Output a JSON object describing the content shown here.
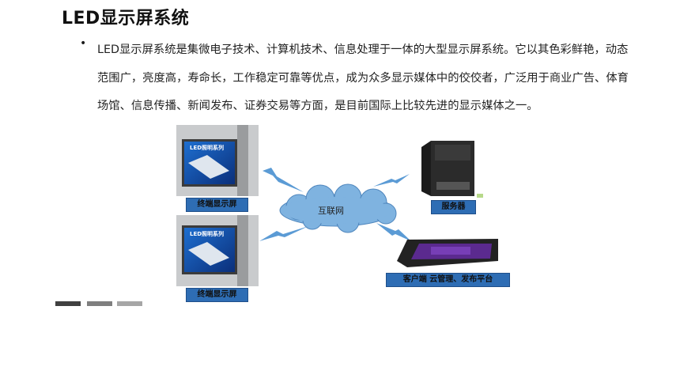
{
  "slide": {
    "title": "LED显示屏系统",
    "bullet_symbol": "•",
    "paragraph": "LED显示屏系统是集微电子技术、计算机技术、信息处理于一体的大型显示屏系统。它以其色彩鲜艳，动态范围广，亮度高，寿命长，工作稳定可靠等优点，成为众多显示媒体中的佼佼者，广泛用于商业广告、体育场馆、信息传播、新闻发布、证券交易等方面，是目前国际上比较先进的显示媒体之一。"
  },
  "diagram": {
    "cloud_label": "互联网",
    "terminal_1_label": "终端显示屏",
    "terminal_2_label": "终端显示屏",
    "screen_sign_text": "LED照明系列",
    "server_label": "服务器",
    "client_label": "客户端 云管理、发布平台"
  },
  "colors": {
    "label_bg": "#2e6db4",
    "cloud": "#7fb3e0",
    "bolt": "#5b9bd5"
  }
}
